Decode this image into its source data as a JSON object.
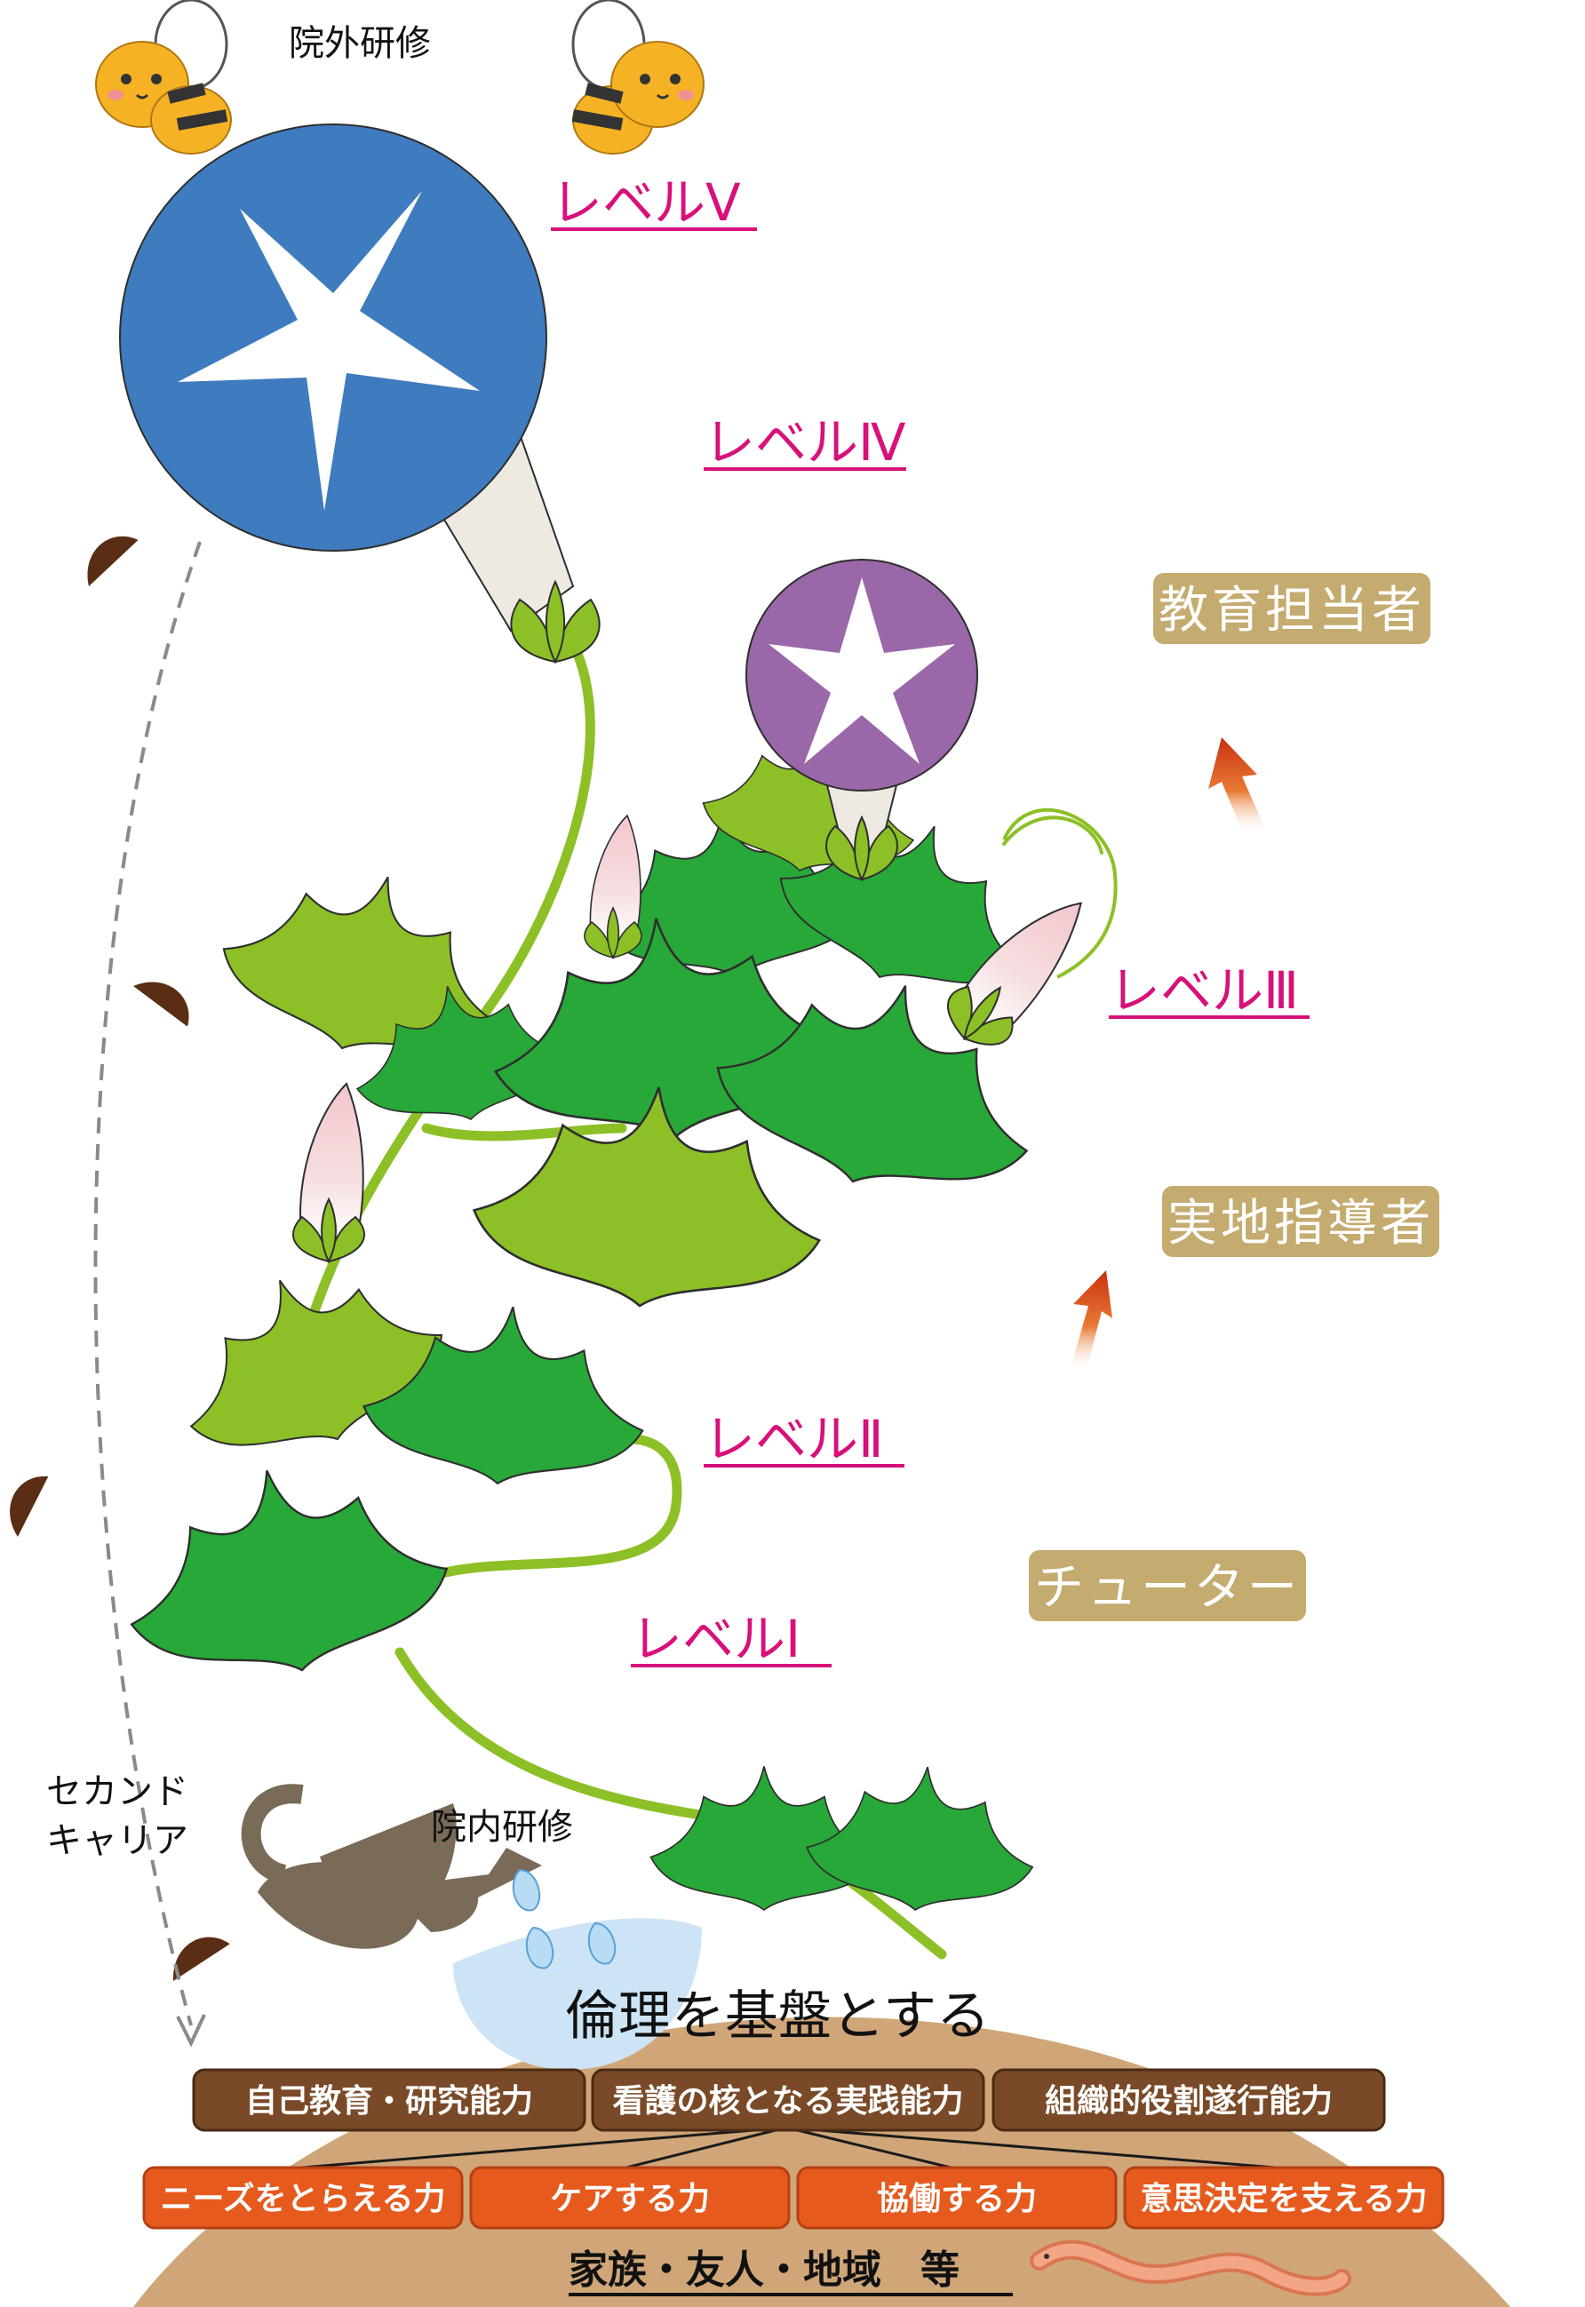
{
  "header": {
    "outside_training": "院外研修"
  },
  "levels": [
    {
      "label": "レベルⅤ"
    },
    {
      "label": "レベルⅣ"
    },
    {
      "label": "レベルⅢ"
    },
    {
      "label": "レベルⅡ"
    },
    {
      "label": "レベルⅠ"
    }
  ],
  "roles": [
    {
      "label": "教育担当者"
    },
    {
      "label": "実地指導者"
    },
    {
      "label": "チューター"
    }
  ],
  "second_career": {
    "line1": "セカンド",
    "line2": "キャリア"
  },
  "inside_training": "院内研修",
  "foundation": {
    "ethics": "倫理を基盤とする",
    "core_abilities": [
      "自己教育・研究能力",
      "看護の核となる実践能力",
      "組織的役割遂行能力"
    ],
    "practice_abilities": [
      "ニーズをとらえる力",
      "ケアする力",
      "協働する力",
      "意思決定を支える力"
    ],
    "base": "家族・友人・地域　等"
  },
  "colors": {
    "level_text": "#d8107a",
    "role_badge": "#c4ab6f",
    "core_box": "#7a4a28",
    "practice_box": "#e65a1e",
    "soil": "#d0a679",
    "leaf_dark": "#27a838",
    "leaf_light": "#8cc026",
    "flower_blue": "#3f7bbf",
    "flower_purple": "#9a67a8"
  }
}
